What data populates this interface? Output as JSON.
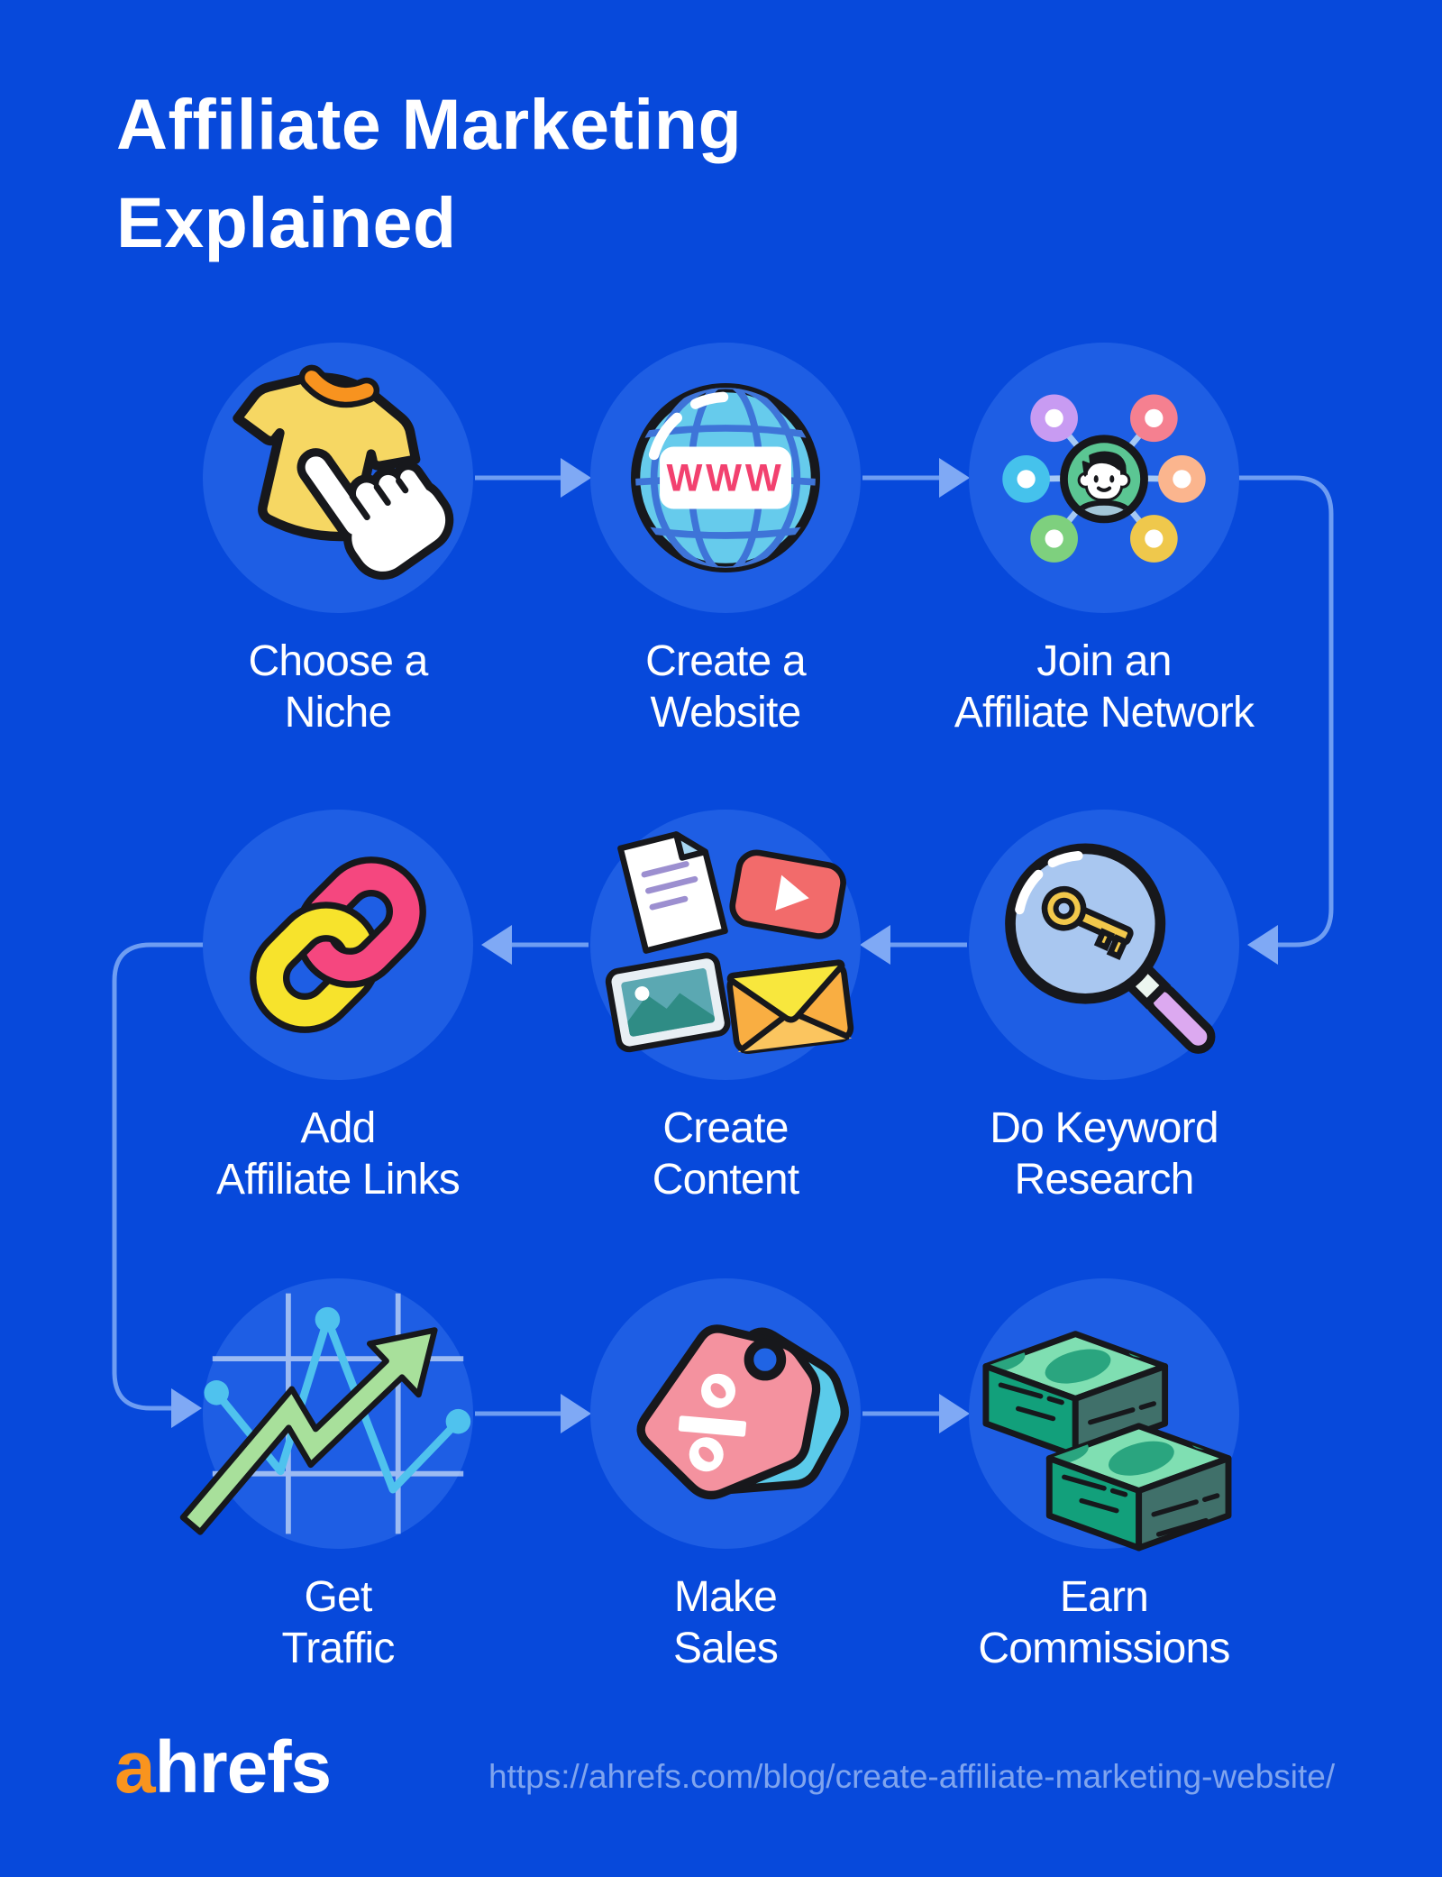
{
  "title": "Affiliate Marketing Explained",
  "steps": [
    {
      "label": "Choose a\nNiche",
      "icon": "tshirt-cursor-icon"
    },
    {
      "label": "Create a\nWebsite",
      "icon": "globe-www-icon",
      "icon_label": "WWW"
    },
    {
      "label": "Join an\nAffiliate Network",
      "icon": "person-network-icon"
    },
    {
      "label": "Do Keyword\nResearch",
      "icon": "magnifier-key-icon"
    },
    {
      "label": "Create\nContent",
      "icon": "content-media-icon"
    },
    {
      "label": "Add\nAffiliate Links",
      "icon": "chain-links-icon"
    },
    {
      "label": "Get\nTraffic",
      "icon": "growth-chart-icon"
    },
    {
      "label": "Make\nSales",
      "icon": "price-tags-icon"
    },
    {
      "label": "Earn\nCommissions",
      "icon": "money-stacks-icon"
    }
  ],
  "footer": {
    "logo_a": "a",
    "logo_rest": "hrefs",
    "url": "https://ahrefs.com/blog/create-affiliate-marketing-website/"
  },
  "colors": {
    "background": "#0749db",
    "circle": "#1e5ee4",
    "connector": "#6e9df2",
    "arrowhead": "#7fa9f5",
    "text": "#ffffff",
    "url_text": "#7fa4ee",
    "logo_orange": "#f9941e"
  }
}
